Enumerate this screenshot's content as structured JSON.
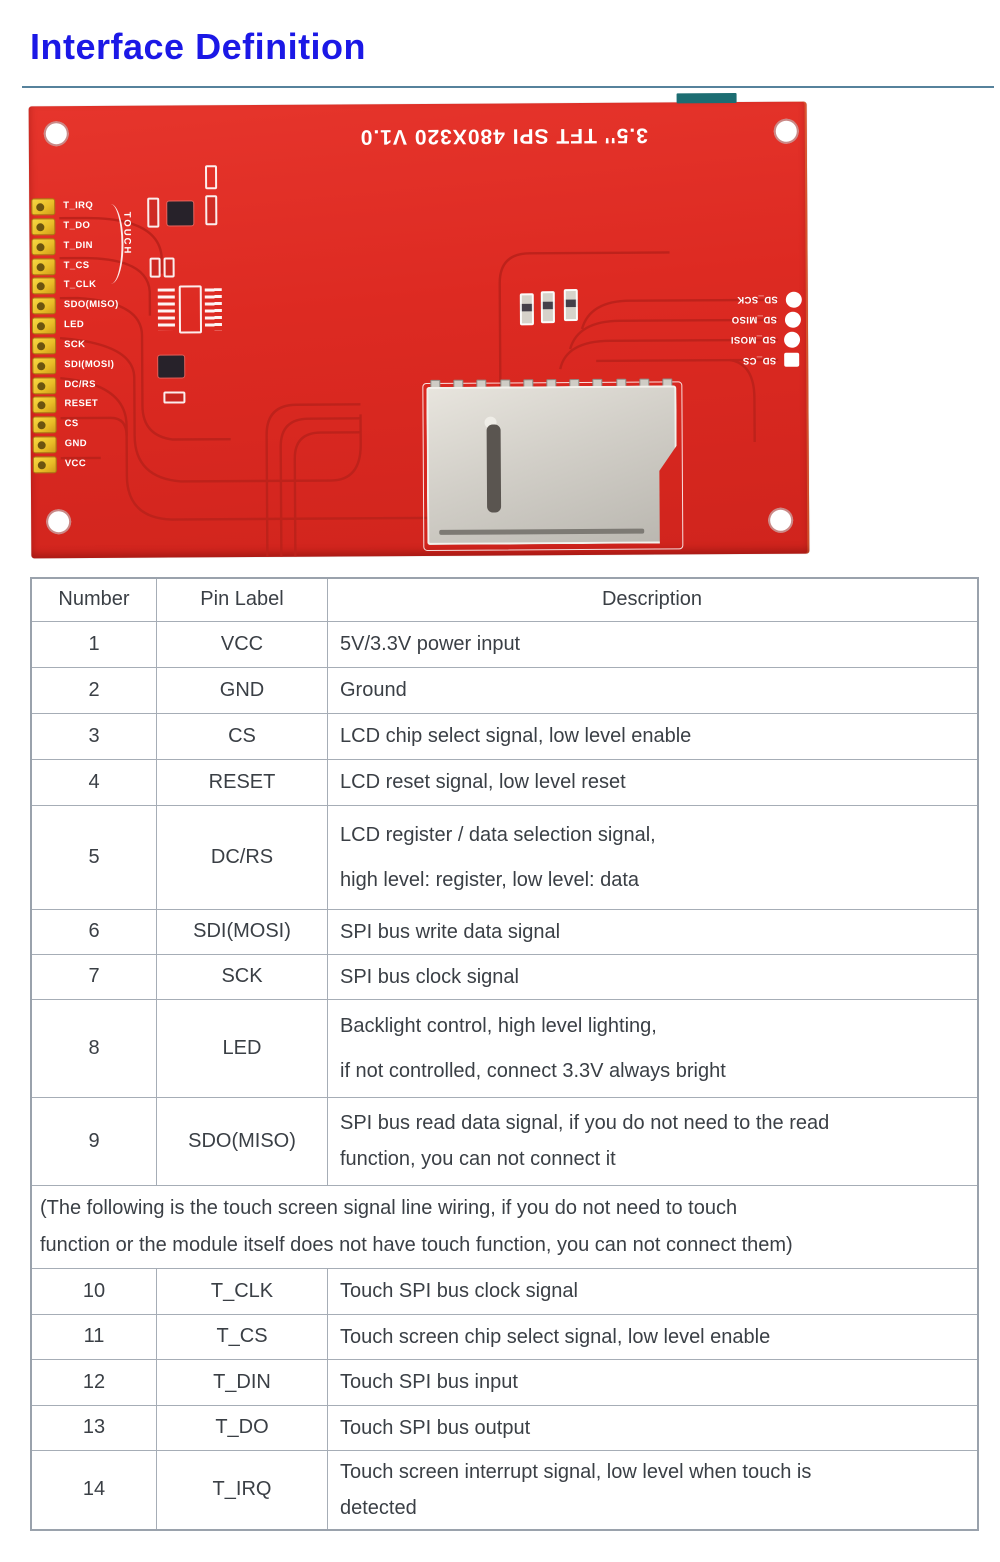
{
  "page": {
    "title": "Interface Definition"
  },
  "pcb": {
    "silkscreen_title": "3.5'' TFT SPI 480X320 V1.0",
    "touch_group_label": "TOUCH",
    "left_pins": [
      "T_IRQ",
      "T_DO",
      "T_DIN",
      "T_CS",
      "T_CLK",
      "SDO(MISO)",
      "LED",
      "SCK",
      "SDI(MOSI)",
      "DC/RS",
      "RESET",
      "CS",
      "GND",
      "VCC"
    ],
    "sd_pads": [
      "SD_SCK",
      "SD_MISO",
      "SD_MOSI",
      "SD_CS"
    ]
  },
  "table": {
    "headers": [
      "Number",
      "Pin Label",
      "Description"
    ],
    "rows": [
      {
        "number": "1",
        "pin": "VCC",
        "desc": [
          "5V/3.3V power input"
        ]
      },
      {
        "number": "2",
        "pin": "GND",
        "desc": [
          "Ground"
        ]
      },
      {
        "number": "3",
        "pin": "CS",
        "desc": [
          "LCD chip select signal, low level enable"
        ]
      },
      {
        "number": "4",
        "pin": "RESET",
        "desc": [
          "LCD reset signal, low level reset"
        ]
      },
      {
        "number": "5",
        "pin": "DC/RS",
        "desc": [
          "LCD register / data selection signal,",
          "high level: register, low level: data"
        ]
      },
      {
        "number": "6",
        "pin": "SDI(MOSI)",
        "desc": [
          "SPI bus write data signal"
        ]
      },
      {
        "number": "7",
        "pin": "SCK",
        "desc": [
          "SPI bus clock signal"
        ]
      },
      {
        "number": "8",
        "pin": "LED",
        "desc": [
          "Backlight control, high level lighting,",
          "if not controlled, connect 3.3V always bright"
        ]
      },
      {
        "number": "9",
        "pin": "SDO(MISO)",
        "desc": [
          "SPI bus read data signal, if you do not need to the read",
          "function, you can not connect it"
        ]
      },
      {
        "number": "10",
        "pin": "T_CLK",
        "desc": [
          "Touch SPI bus clock signal"
        ]
      },
      {
        "number": "11",
        "pin": "T_CS",
        "desc": [
          "Touch screen chip select signal, low level enable"
        ]
      },
      {
        "number": "12",
        "pin": "T_DIN",
        "desc": [
          "Touch SPI bus input"
        ]
      },
      {
        "number": "13",
        "pin": "T_DO",
        "desc": [
          "Touch SPI bus output"
        ]
      },
      {
        "number": "14",
        "pin": "T_IRQ",
        "desc": [
          "Touch screen interrupt signal, low level when touch is",
          "detected"
        ]
      }
    ],
    "note_lines": [
      "(The following is the touch screen signal line wiring, if you do not need to touch",
      "function or the module itself does not have touch function, you can not connect them)"
    ]
  },
  "colors": {
    "title_blue": "#1B18E6",
    "rule_teal": "#56829C",
    "board_red": "#DD2A22",
    "trace_red": "#BC221B",
    "pin_yellow": "#EFC832",
    "tab_teal": "#1C6D72",
    "border_gray": "#A6ADB6",
    "text_dark": "#3A3F45"
  }
}
